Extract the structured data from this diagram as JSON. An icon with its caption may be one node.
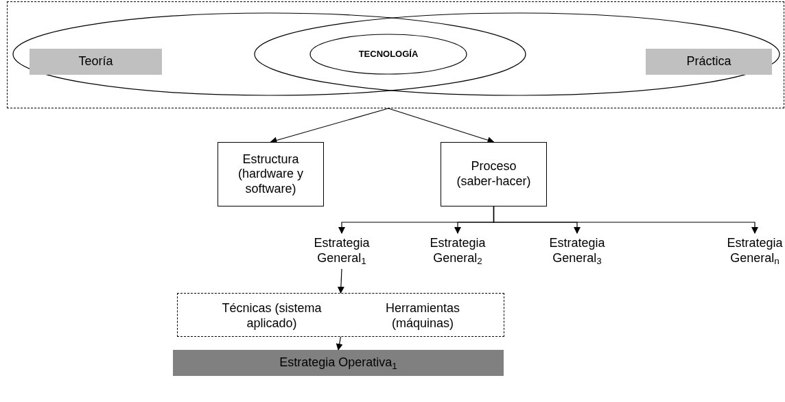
{
  "diagram": {
    "nodes": [
      {
        "text": [],
        "shape": "box"
      },
      {
        "text": [],
        "shape": "ellipse",
        "in": 0
      },
      {
        "text": [
          "Teoría"
        ],
        "in": 1
      },
      {
        "text": [],
        "shape": "ellipse",
        "in": 0
      },
      {
        "text": [
          "TECNOLOGÍA"
        ]
      },
      {
        "text": [
          "Práctica"
        ],
        "in": 3
      },
      {
        "text": [
          "Estructura (hardware y software)"
        ]
      },
      {
        "text": [
          "Proceso (saber-hacer)"
        ]
      },
      {
        "text": [
          "Estrategia General$_{1}$"
        ]
      },
      {
        "text": [
          "Estrategia General$_{2}$"
        ]
      },
      {
        "text": [
          "Estrategia General$_{3}$"
        ]
      },
      {
        "text": [
          "Estrategia General$_{n}$"
        ]
      },
      {
        "text": [],
        "shape": "box"
      },
      {
        "text": [
          "Técnicas (sistema aplicado)"
        ],
        "in": 12
      },
      {
        "text": [
          "Herramientas (máquinas)"
        ],
        "in": 12
      },
      {
        "text": [
          "Estrategia Operativa$_{1}$"
        ]
      }
    ],
    "edges": [
      {
        "from": 0,
        "to": 6,
        "arrow": "to"
      },
      {
        "from": 0,
        "to": 7,
        "arrow": "to"
      },
      {
        "from": 7,
        "to": 8,
        "arrow": "to"
      },
      {
        "from": 7,
        "to": 9,
        "arrow": "to"
      },
      {
        "from": 7,
        "to": 10,
        "arrow": "to"
      },
      {
        "from": 7,
        "to": 11,
        "arrow": "to"
      },
      {
        "from": 8,
        "to": 12,
        "arrow": "to"
      },
      {
        "from": 12,
        "to": 15,
        "arrow": "to"
      }
    ]
  }
}
